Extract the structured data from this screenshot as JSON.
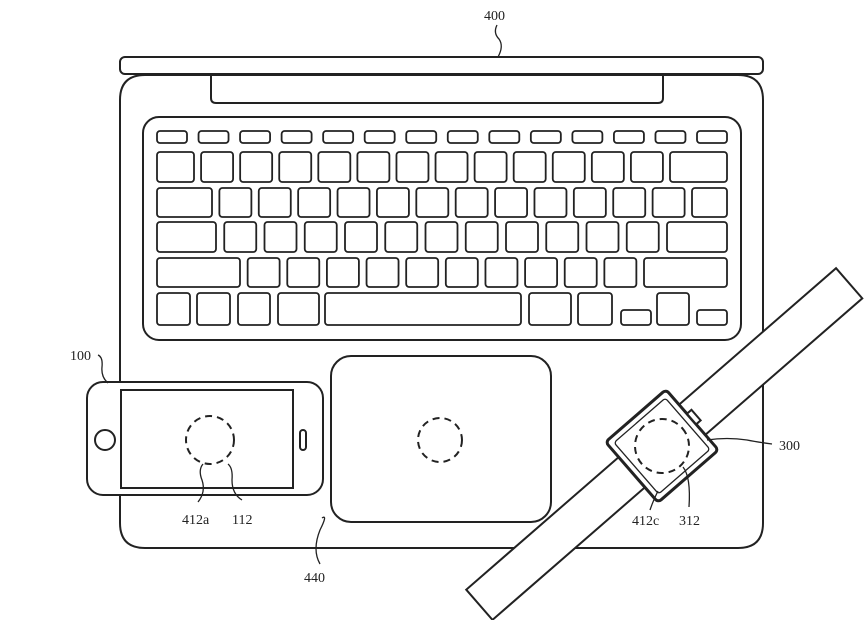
{
  "figure": {
    "labels": {
      "laptop": "400",
      "phone": "100",
      "phone_coil": "412a",
      "phone_coil_area": "112",
      "base_surface": "440",
      "watch": "300",
      "watch_coil": "412c",
      "watch_coil_area": "312"
    }
  }
}
